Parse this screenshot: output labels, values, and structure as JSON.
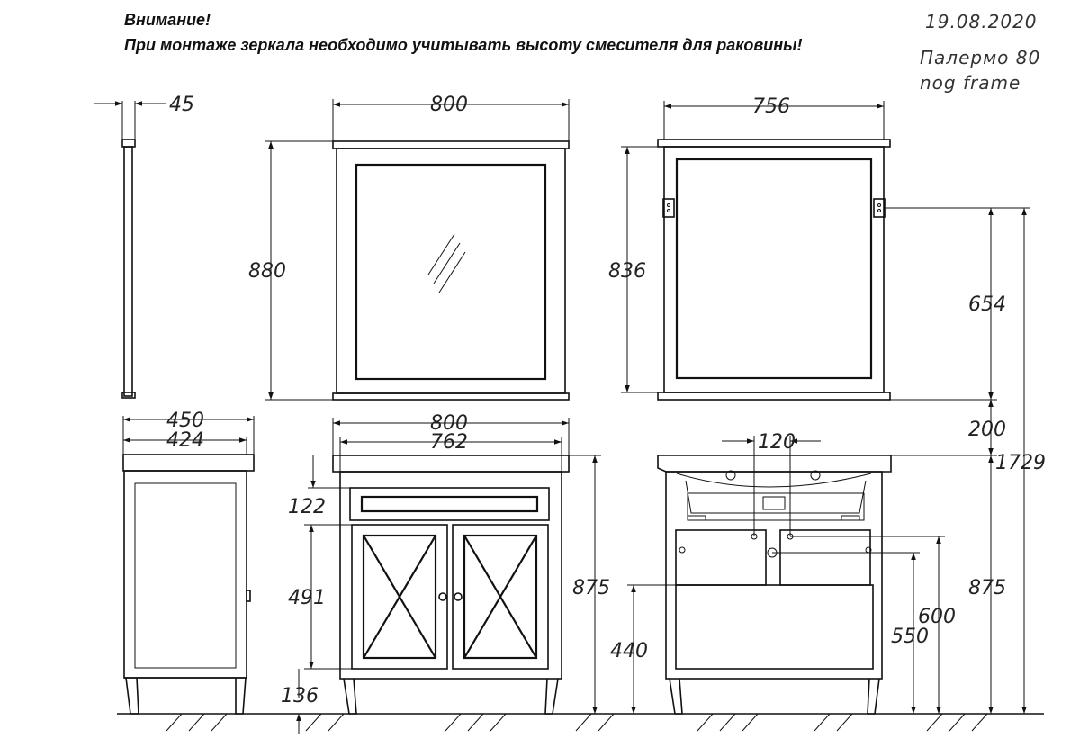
{
  "notice": {
    "title": "Внимание!",
    "text": "При монтаже зеркала необходимо учитывать высоту смесителя для раковины!"
  },
  "drawing": {
    "date": "19.08.2020",
    "model": "Палермо 80",
    "variant": "nog frame"
  },
  "dimensions": {
    "mirror_depth": "45",
    "mirror_width": "800",
    "mirror_height": "880",
    "mirror_back_width": "756",
    "mirror_back_height": "836",
    "mount_height": "654",
    "gap_above_basin": "200",
    "total_height": "1729",
    "basin_depth": "450",
    "cabinet_depth": "424",
    "basin_width": "800",
    "cabinet_width": "762",
    "pipe_spacing": "120",
    "drawer_height": "122",
    "door_height": "491",
    "leg_height": "136",
    "vanity_height": "875",
    "vanity_height_back": "875",
    "drain_height": "440",
    "water_height": "600",
    "outlet_height": "550"
  }
}
